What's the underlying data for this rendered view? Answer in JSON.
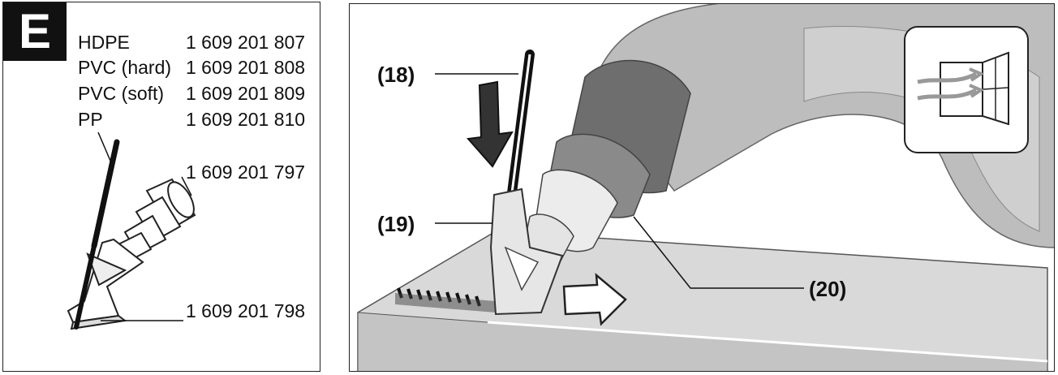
{
  "left_panel": {
    "badge": "E",
    "materials": [
      {
        "name": "HDPE",
        "part": "1 609 201 807"
      },
      {
        "name": "PVC (hard)",
        "part": "1 609 201 808"
      },
      {
        "name": "PVC (soft)",
        "part": "1 609 201 809"
      },
      {
        "name": "PP",
        "part": "1 609 201 810"
      }
    ],
    "nozzle_part": "1 609 201 797",
    "shoe_part": "1 609 201 798"
  },
  "right_panel": {
    "callout_rod": "(18)",
    "callout_shoe": "(19)",
    "callout_nozzle": "(20)",
    "ventilation_icon": "window-ventilation-icon",
    "push_arrow_icon": "down-arrow-icon",
    "move_arrow_icon": "right-arrow-icon"
  }
}
